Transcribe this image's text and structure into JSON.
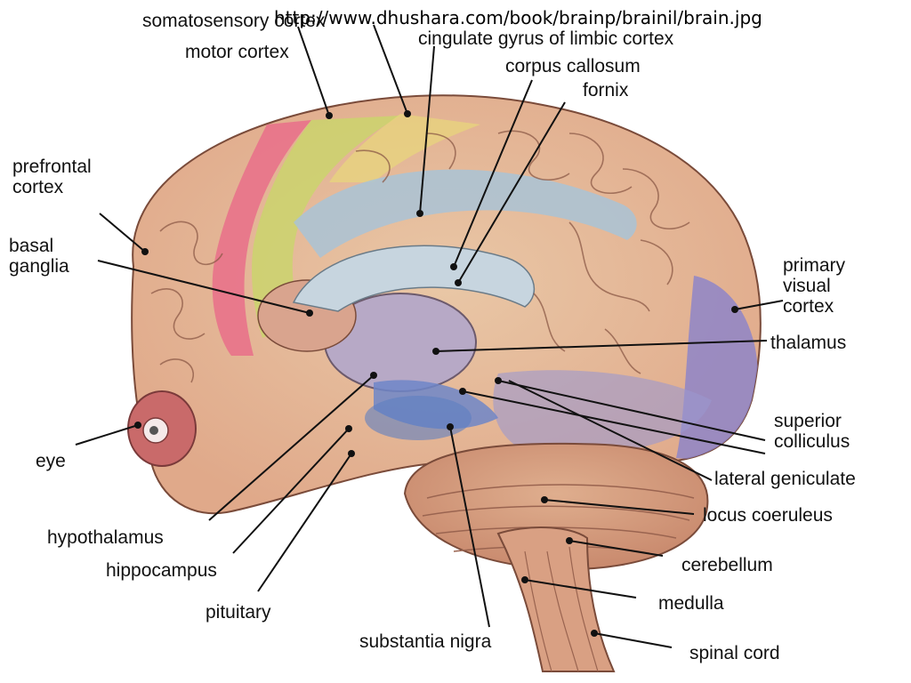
{
  "source_url": "http://www.dhushara.com/book/brainp/brainil/brain.jpg",
  "labels": {
    "somatosensory_cortex": "somatosensory cortex",
    "motor_cortex": "motor cortex",
    "cingulate_gyrus": "cingulate gyrus of limbic cortex",
    "corpus_callosum": "corpus callosum",
    "fornix": "fornix",
    "prefrontal_cortex": "prefrontal\ncortex",
    "basal_ganglia": "basal\nganglia",
    "primary_visual_cortex": "primary\nvisual\ncortex",
    "thalamus": "thalamus",
    "superior_colliculus": "superior\ncolliculus",
    "lateral_geniculate": "lateral geniculate",
    "locus_coeruleus": "locus coeruleus",
    "cerebellum": "cerebellum",
    "medulla": "medulla",
    "spinal_cord": "spinal cord",
    "eye": "eye",
    "hypothalamus": "hypothalamus",
    "hippocampus": "hippocampus",
    "pituitary": "pituitary",
    "substantia_nigra": "substantia nigra"
  }
}
